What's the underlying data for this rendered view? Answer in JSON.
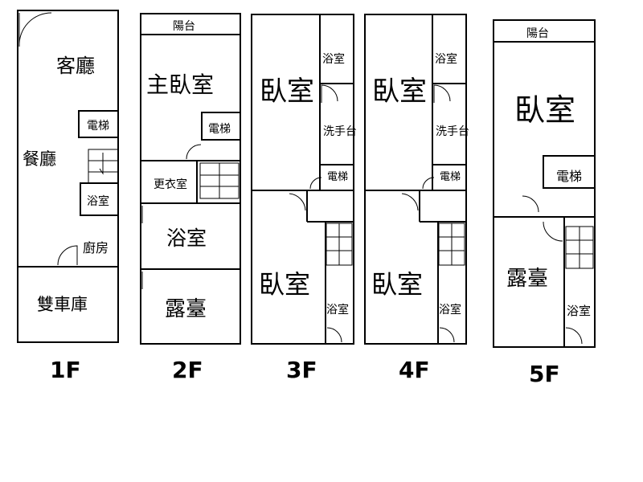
{
  "floors": [
    {
      "label": "1F",
      "rooms": {
        "living": "客廳",
        "dining": "餐廳",
        "elevator": "電梯",
        "bath": "浴室",
        "kitchen": "廚房",
        "garage": "雙車庫"
      }
    },
    {
      "label": "2F",
      "rooms": {
        "balcony": "陽台",
        "master": "主臥室",
        "elevator": "電梯",
        "closet": "更衣室",
        "bath": "浴室",
        "terrace": "露臺"
      }
    },
    {
      "label": "3F",
      "rooms": {
        "bedroom_front": "臥室",
        "bath_front": "浴室",
        "washbasin": "洗手台",
        "elevator": "電梯",
        "bedroom_back": "臥室",
        "bath_back": "浴室"
      }
    },
    {
      "label": "4F",
      "rooms": {
        "bedroom_front": "臥室",
        "bath_front": "浴室",
        "washbasin": "洗手台",
        "elevator": "電梯",
        "bedroom_back": "臥室",
        "bath_back": "浴室"
      }
    },
    {
      "label": "5F",
      "rooms": {
        "balcony": "陽台",
        "bedroom": "臥室",
        "elevator": "電梯",
        "terrace": "露臺",
        "bath": "浴室"
      }
    }
  ]
}
